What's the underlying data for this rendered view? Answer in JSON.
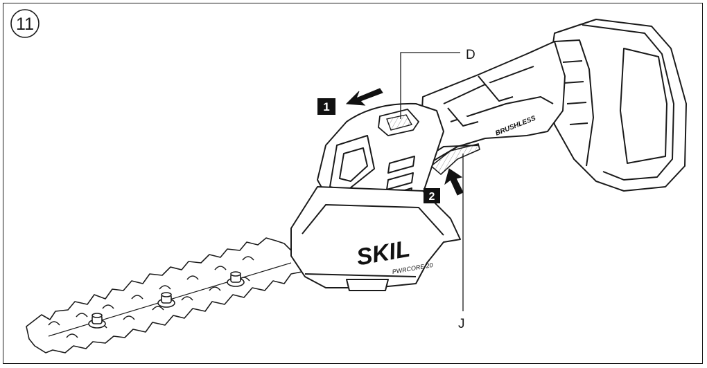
{
  "figure": {
    "number": "11",
    "callouts": {
      "d": "D",
      "j": "J"
    },
    "steps": {
      "one": "1",
      "two": "2"
    },
    "brand": "SKIL",
    "housing_text": "BRUSHLESS",
    "battery_badge": "PWRCORE 20"
  }
}
